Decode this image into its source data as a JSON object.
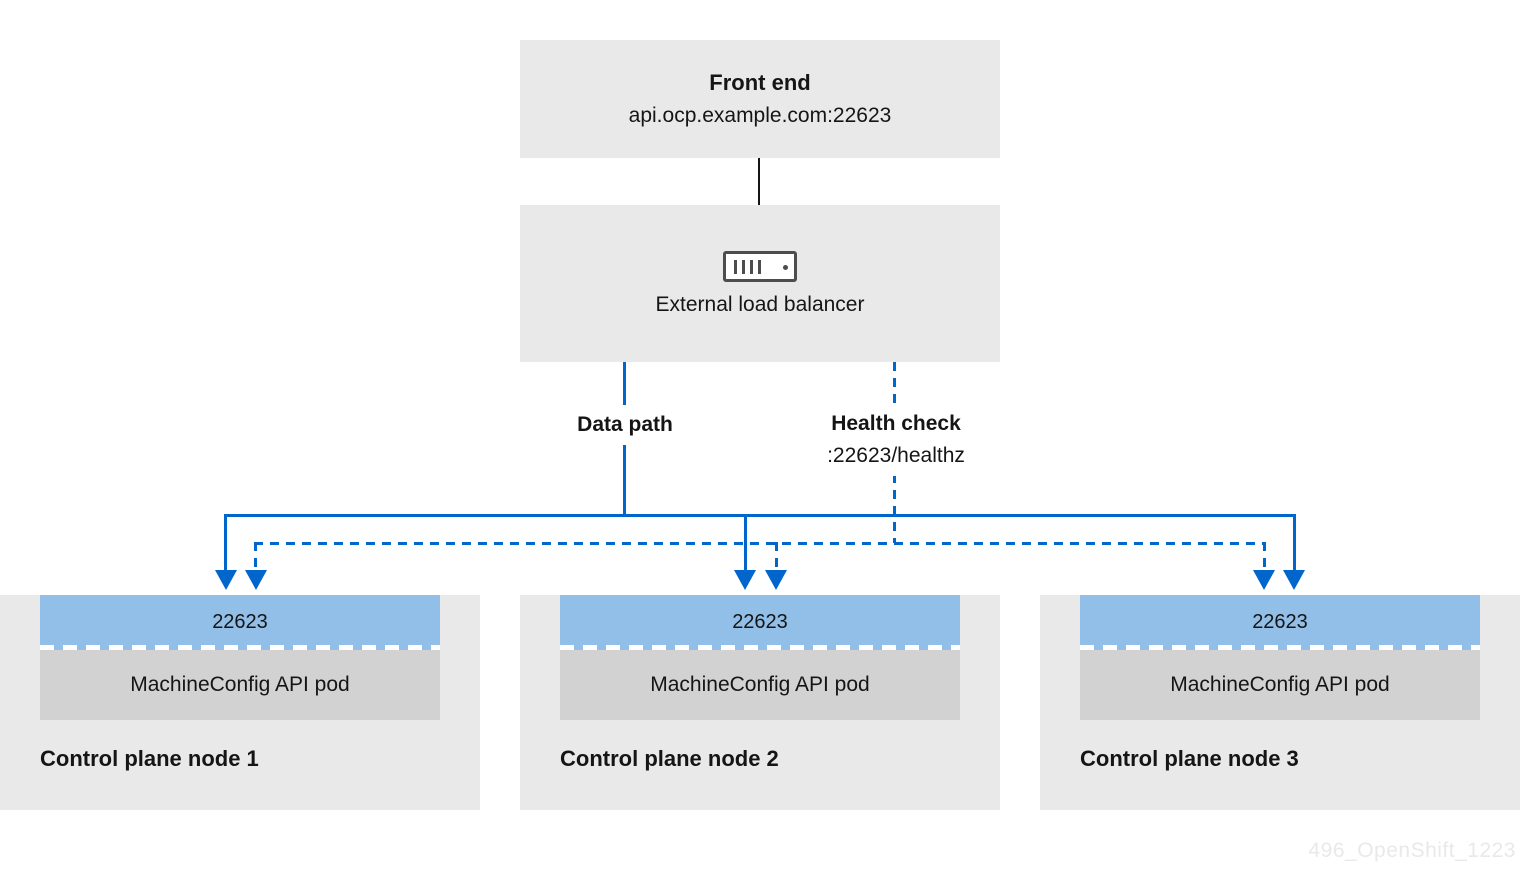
{
  "front_end": {
    "title": "Front end",
    "address": "api.ocp.example.com:22623"
  },
  "load_balancer": {
    "label": "External load balancer",
    "icon": "server-icon"
  },
  "edges": {
    "data_path": {
      "label": "Data path",
      "style": "solid"
    },
    "health_check": {
      "label": "Health check",
      "endpoint": ":22623/healthz",
      "style": "dashed"
    }
  },
  "nodes": [
    {
      "port": "22623",
      "pod": "MachineConfig API pod",
      "label": "Control plane node 1"
    },
    {
      "port": "22623",
      "pod": "MachineConfig API pod",
      "label": "Control plane node 2"
    },
    {
      "port": "22623",
      "pod": "MachineConfig API pod",
      "label": "Control plane node 3"
    }
  ],
  "watermark": "496_OpenShift_1223",
  "colors": {
    "line_blue": "#0066cc",
    "port_blue": "#92bfe8",
    "node_gray": "#e9e9e9",
    "pod_gray": "#d2d2d2"
  }
}
